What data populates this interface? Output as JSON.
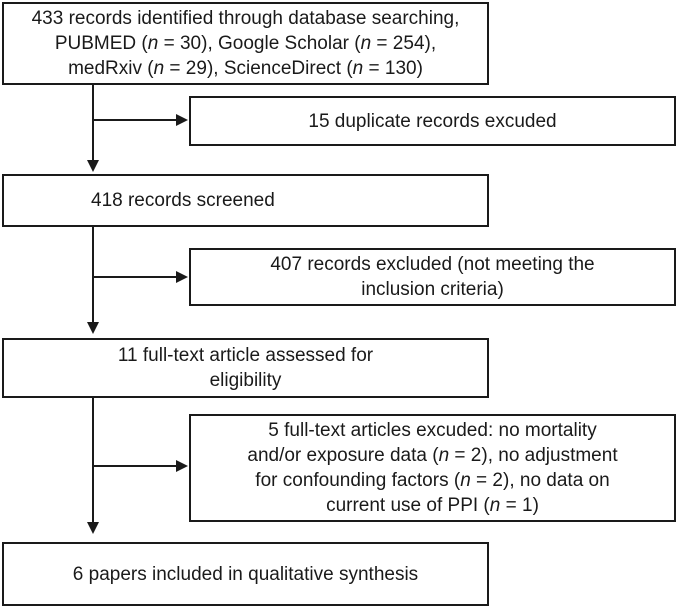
{
  "boxes": {
    "identified": {
      "line1": "433 records identified through database searching,",
      "line2": {
        "pre": "PUBMED (",
        "n": "n",
        "post": " = 30), Google Scholar (",
        "n2": "n",
        "post2": " = 254),"
      },
      "line3": {
        "pre": "medRxiv (",
        "n": "n",
        "post": " = 29), ScienceDirect (",
        "n2": "n",
        "post2": " = 130)"
      }
    },
    "duplicates": {
      "text": "15 duplicate records excuded"
    },
    "screened": {
      "text": "418 records screened"
    },
    "excluded": {
      "line1": "407 records excluded (not meeting the",
      "line2": "inclusion criteria)"
    },
    "fulltext": {
      "line1": "11 full-text article assessed for",
      "line2": "eligibility"
    },
    "fulltext_excluded": {
      "line1": "5 full-text articles excuded: no mortality",
      "line2": {
        "pre": "and/or exposure data (",
        "n": "n",
        "post": " = 2), no adjustment"
      },
      "line3": {
        "pre": "for confounding factors (",
        "n": "n",
        "post": " = 2), no data on"
      },
      "line4": {
        "pre": "current use of PPI (",
        "n": "n",
        "post": " = 1)"
      }
    },
    "included": {
      "text": "6 papers included in qualitative synthesis"
    }
  }
}
